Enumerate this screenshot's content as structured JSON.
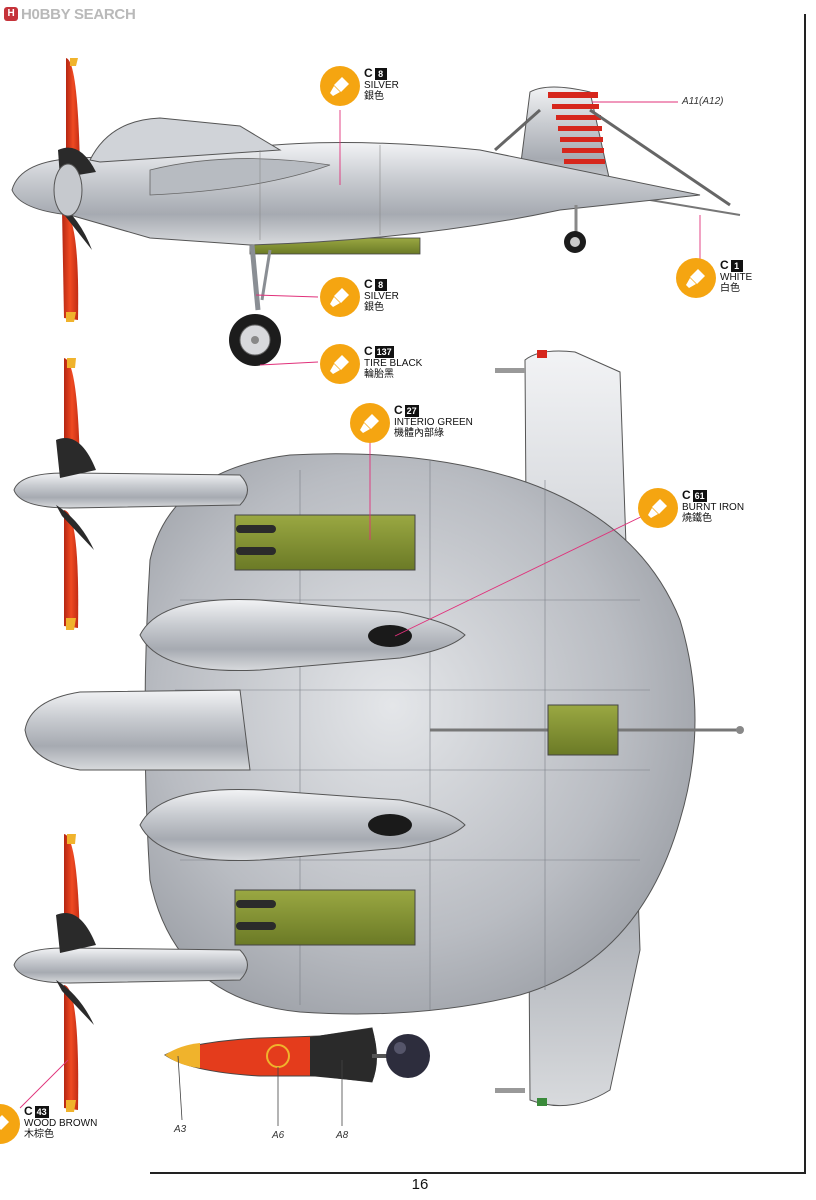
{
  "watermark": {
    "badge": "H",
    "text": "H0BBY SEARCH"
  },
  "callouts": {
    "c8_top": {
      "letter": "C",
      "num": "8",
      "en": "SILVER",
      "zh": "銀色"
    },
    "c1": {
      "letter": "C",
      "num": "1",
      "en": "WHITE",
      "zh": "白色"
    },
    "c8_gear": {
      "letter": "C",
      "num": "8",
      "en": "SILVER",
      "zh": "銀色"
    },
    "c137": {
      "letter": "C",
      "num": "137",
      "en": "TIRE BLACK",
      "zh": "輪胎黑"
    },
    "c27": {
      "letter": "C",
      "num": "27",
      "en": "INTERIO GREEN",
      "zh": "機體內部綠"
    },
    "c61": {
      "letter": "C",
      "num": "61",
      "en": "BURNT IRON",
      "zh": "燒鐵色"
    },
    "c43": {
      "letter": "C",
      "num": "43",
      "en": "WOOD BROWN",
      "zh": "木棕色"
    }
  },
  "parts": {
    "a11": "A11(A12)",
    "a3": "A3",
    "a6": "A6",
    "a8": "A8"
  },
  "page_number": "16",
  "colors": {
    "callout_orange": "#f5a511",
    "leader_pink": "#e0307a",
    "propeller_red": "#e43c1c",
    "propeller_tip": "#f0b32c",
    "interior_green": "#7b8a2e",
    "silver": "#c4c7cc"
  }
}
